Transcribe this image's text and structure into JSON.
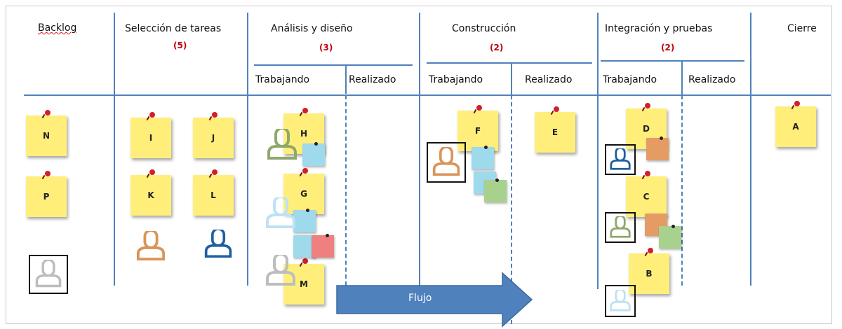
{
  "columns": {
    "backlog": {
      "title": "Backlog"
    },
    "seleccion": {
      "title": "Selección de tareas",
      "wip": "(5)"
    },
    "analisis": {
      "title": "Análisis y diseño",
      "wip": "(3)",
      "working": "Trabajando",
      "done": "Realizado"
    },
    "construccion": {
      "title": "Construcción",
      "wip": "(2)",
      "working": "Trabajando",
      "done": "Realizado"
    },
    "integracion": {
      "title": "Integración y pruebas",
      "wip": "(2)",
      "working": "Trabajando",
      "done": "Realizado"
    },
    "cierre": {
      "title": "Cierre"
    }
  },
  "notes": {
    "n": "N",
    "p": "P",
    "i": "I",
    "j": "J",
    "k": "K",
    "l": "L",
    "h": "H",
    "g": "G",
    "m": "M",
    "f": "F",
    "e": "E",
    "d": "D",
    "c": "C",
    "b": "B",
    "a": "A"
  },
  "flow": {
    "label": "Flujo"
  },
  "colors": {
    "line": "#4f81bd",
    "sticky_yellow": "#ffef7a",
    "mini_blue": "#9fd9ec",
    "mini_green": "#a9d18e",
    "mini_orange": "#e59c64",
    "mini_red": "#f08080",
    "person_orange": "#d9955a",
    "person_blue": "#1f5fa0",
    "person_green": "#8ea86a",
    "person_gray": "#bdbdbd",
    "person_lightblue": "#bfe1f5",
    "arrow": "#4f81bd",
    "wip_red": "#c0000d"
  }
}
